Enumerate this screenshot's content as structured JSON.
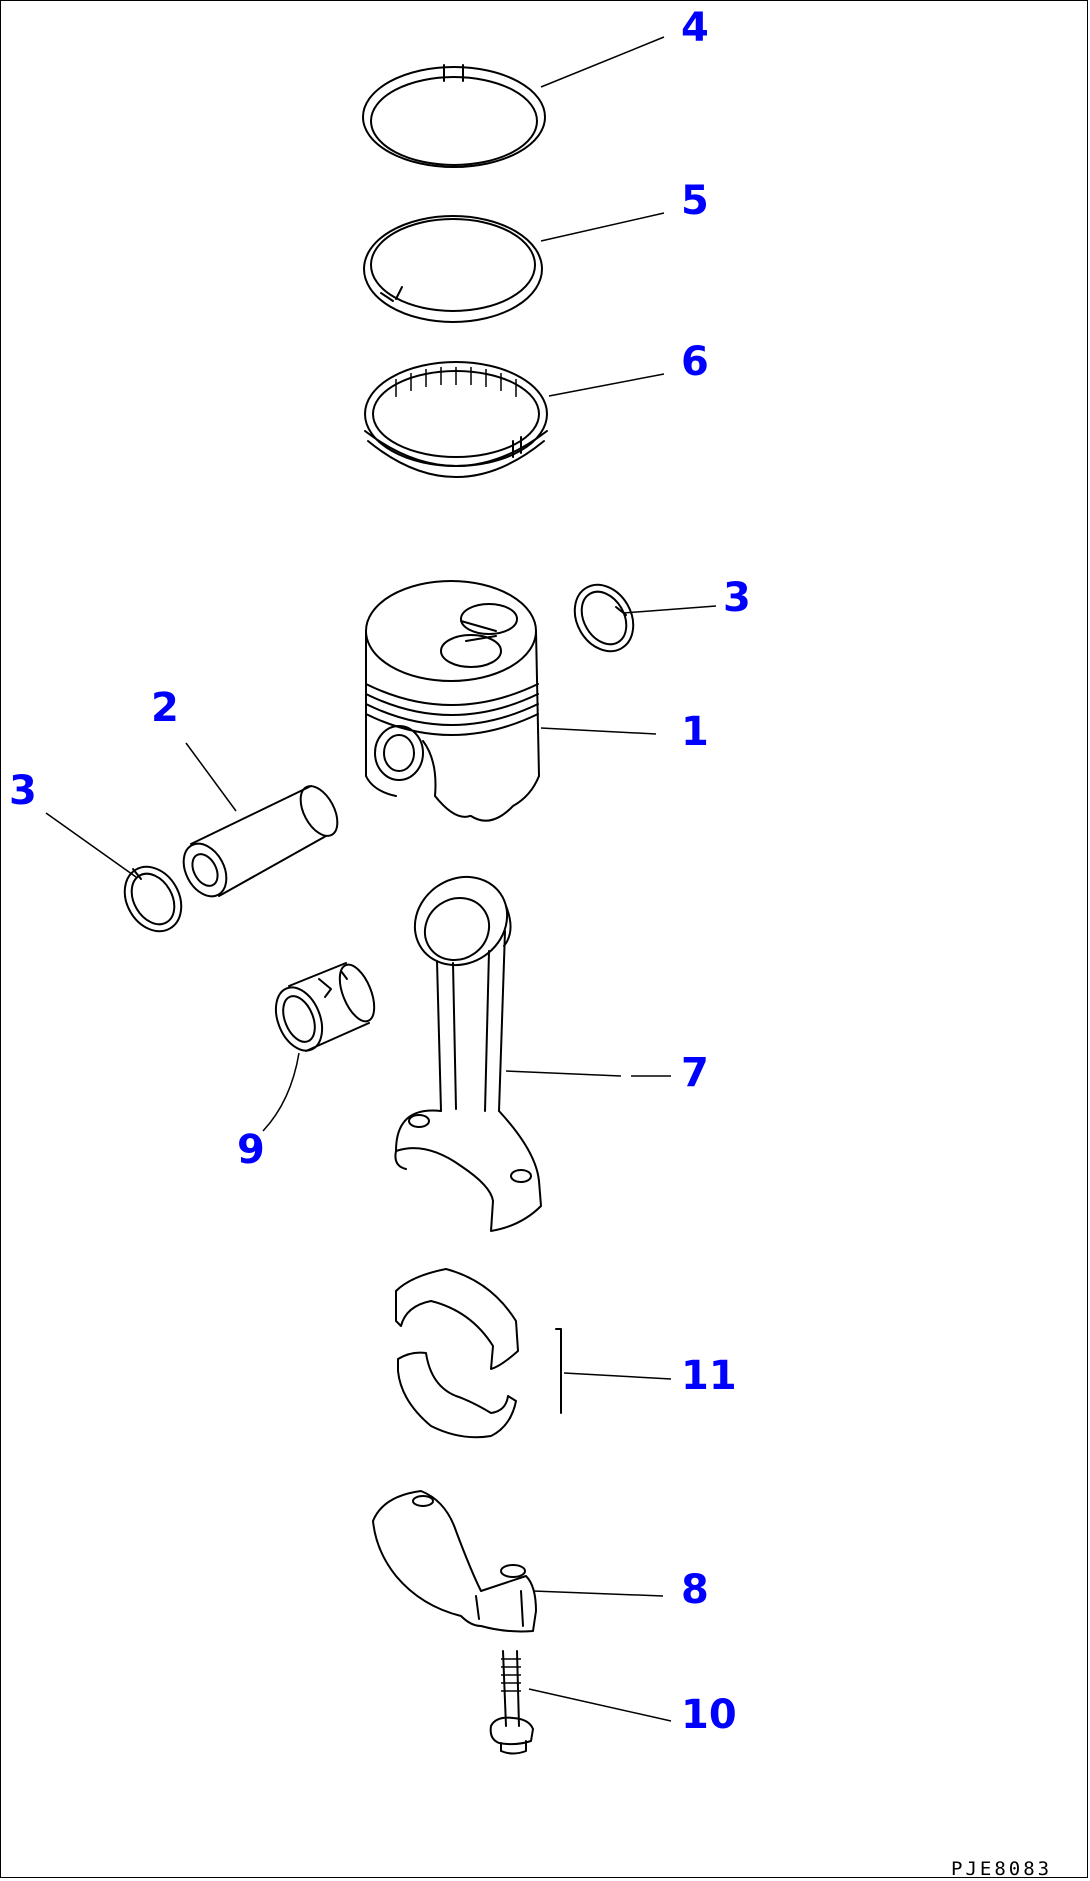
{
  "diagram": {
    "callouts": {
      "c4": "4",
      "c5": "5",
      "c6": "6",
      "c3_right": "3",
      "c1": "1",
      "c2": "2",
      "c3_left": "3",
      "c7": "7",
      "c9": "9",
      "c11": "11",
      "c8": "8",
      "c10": "10"
    },
    "drawing_code": "PJE8083",
    "callout_color": "#0000ff"
  }
}
